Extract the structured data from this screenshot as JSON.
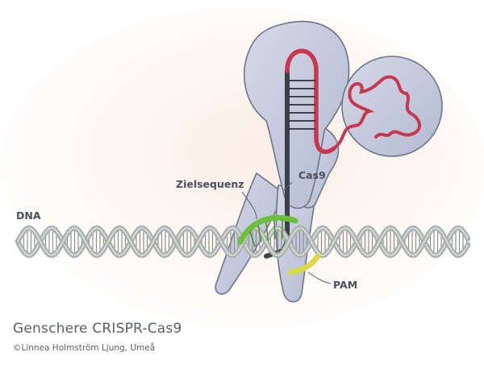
{
  "diagram": {
    "labels": {
      "dna": "DNA",
      "cas9": "Cas9",
      "target": "Zielsequenz",
      "pam": "PAM"
    },
    "title": "Genschere CRISPR-Cas9",
    "credit": "©Linnea Holmström Ljung, Umeå"
  },
  "colors": {
    "cas9_protein": "#c2c8da",
    "cas9_outline": "#6f7589",
    "dna_backbone": "#a9b0ae",
    "dna_rungs": "#8a9290",
    "target_sequence": "#6bbf3a",
    "pam": "#d9d94a",
    "guide_rna": "#c8364f",
    "guide_stem": "#3c4048",
    "text": "#4a4f58"
  }
}
